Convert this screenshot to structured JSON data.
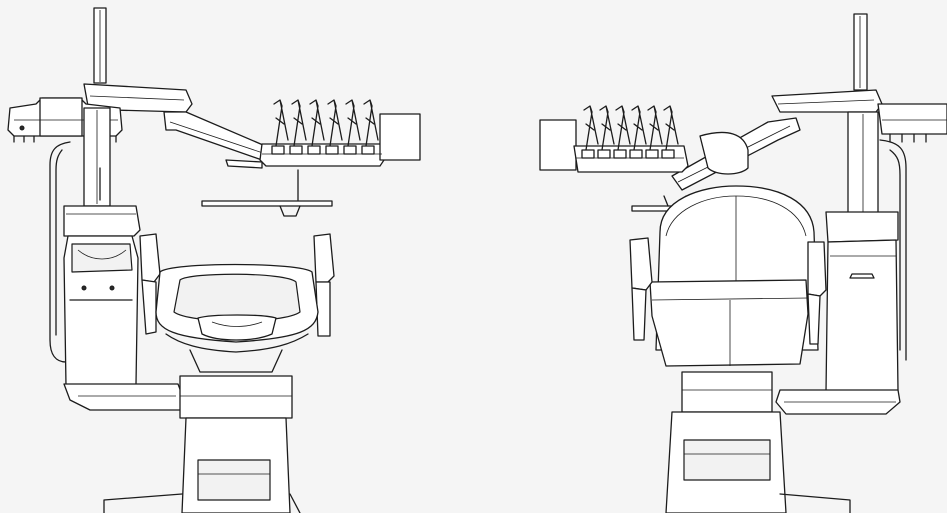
{
  "figure": {
    "background": "#f5f5f5",
    "stroke": "#1c1c1c",
    "views": [
      {
        "id": "left-view",
        "description_name": "dental-unit-left-view"
      },
      {
        "id": "right-view",
        "description_name": "dental-unit-right-view"
      }
    ]
  }
}
